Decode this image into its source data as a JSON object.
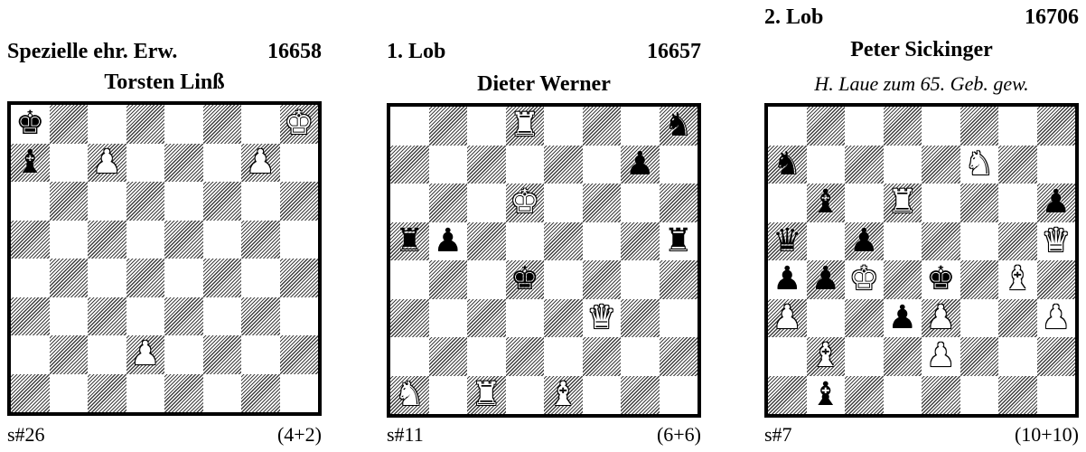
{
  "problems": [
    {
      "award": "Spezielle ehr. Erw.",
      "number": "16658",
      "composer": "Torsten Linß",
      "dedication": "",
      "stipulation": "s#26",
      "count": "(4+2)",
      "pieces": [
        {
          "sq": "a8",
          "color": "black",
          "type": "king"
        },
        {
          "sq": "a7",
          "color": "black",
          "type": "bishop"
        },
        {
          "sq": "c7",
          "color": "white",
          "type": "pawn"
        },
        {
          "sq": "g7",
          "color": "white",
          "type": "pawn"
        },
        {
          "sq": "h8",
          "color": "white",
          "type": "king"
        },
        {
          "sq": "d2",
          "color": "white",
          "type": "pawn"
        }
      ]
    },
    {
      "award": "1. Lob",
      "number": "16657",
      "composer": "Dieter Werner",
      "dedication": "",
      "stipulation": "s#11",
      "count": "(6+6)",
      "pieces": [
        {
          "sq": "d8",
          "color": "white",
          "type": "rook"
        },
        {
          "sq": "h8",
          "color": "black",
          "type": "knight"
        },
        {
          "sq": "g7",
          "color": "black",
          "type": "pawn"
        },
        {
          "sq": "d6",
          "color": "white",
          "type": "king"
        },
        {
          "sq": "a5",
          "color": "black",
          "type": "rook"
        },
        {
          "sq": "b5",
          "color": "black",
          "type": "pawn"
        },
        {
          "sq": "h5",
          "color": "black",
          "type": "rook"
        },
        {
          "sq": "d4",
          "color": "black",
          "type": "king"
        },
        {
          "sq": "f3",
          "color": "white",
          "type": "queen"
        },
        {
          "sq": "a1",
          "color": "white",
          "type": "knight"
        },
        {
          "sq": "c1",
          "color": "white",
          "type": "rook"
        },
        {
          "sq": "e1",
          "color": "white",
          "type": "bishop"
        }
      ]
    },
    {
      "award": "2. Lob",
      "number": "16706",
      "composer": "Peter Sickinger",
      "dedication": "H. Laue zum 65. Geb. gew.",
      "stipulation": "s#7",
      "count": "(10+10)",
      "pieces": [
        {
          "sq": "a7",
          "color": "black",
          "type": "knight"
        },
        {
          "sq": "f7",
          "color": "white",
          "type": "knight"
        },
        {
          "sq": "b6",
          "color": "black",
          "type": "bishop"
        },
        {
          "sq": "d6",
          "color": "white",
          "type": "rook"
        },
        {
          "sq": "h6",
          "color": "black",
          "type": "pawn"
        },
        {
          "sq": "a5",
          "color": "black",
          "type": "queen"
        },
        {
          "sq": "c5",
          "color": "black",
          "type": "pawn"
        },
        {
          "sq": "h5",
          "color": "white",
          "type": "queen"
        },
        {
          "sq": "a4",
          "color": "black",
          "type": "pawn"
        },
        {
          "sq": "b4",
          "color": "black",
          "type": "pawn"
        },
        {
          "sq": "c4",
          "color": "white",
          "type": "king"
        },
        {
          "sq": "e4",
          "color": "black",
          "type": "king"
        },
        {
          "sq": "g4",
          "color": "white",
          "type": "bishop"
        },
        {
          "sq": "a3",
          "color": "white",
          "type": "pawn"
        },
        {
          "sq": "d3",
          "color": "black",
          "type": "pawn"
        },
        {
          "sq": "e3",
          "color": "white",
          "type": "pawn"
        },
        {
          "sq": "h3",
          "color": "white",
          "type": "pawn"
        },
        {
          "sq": "b2",
          "color": "white",
          "type": "bishop"
        },
        {
          "sq": "e2",
          "color": "white",
          "type": "pawn"
        },
        {
          "sq": "b1",
          "color": "black",
          "type": "bishop"
        }
      ]
    }
  ]
}
